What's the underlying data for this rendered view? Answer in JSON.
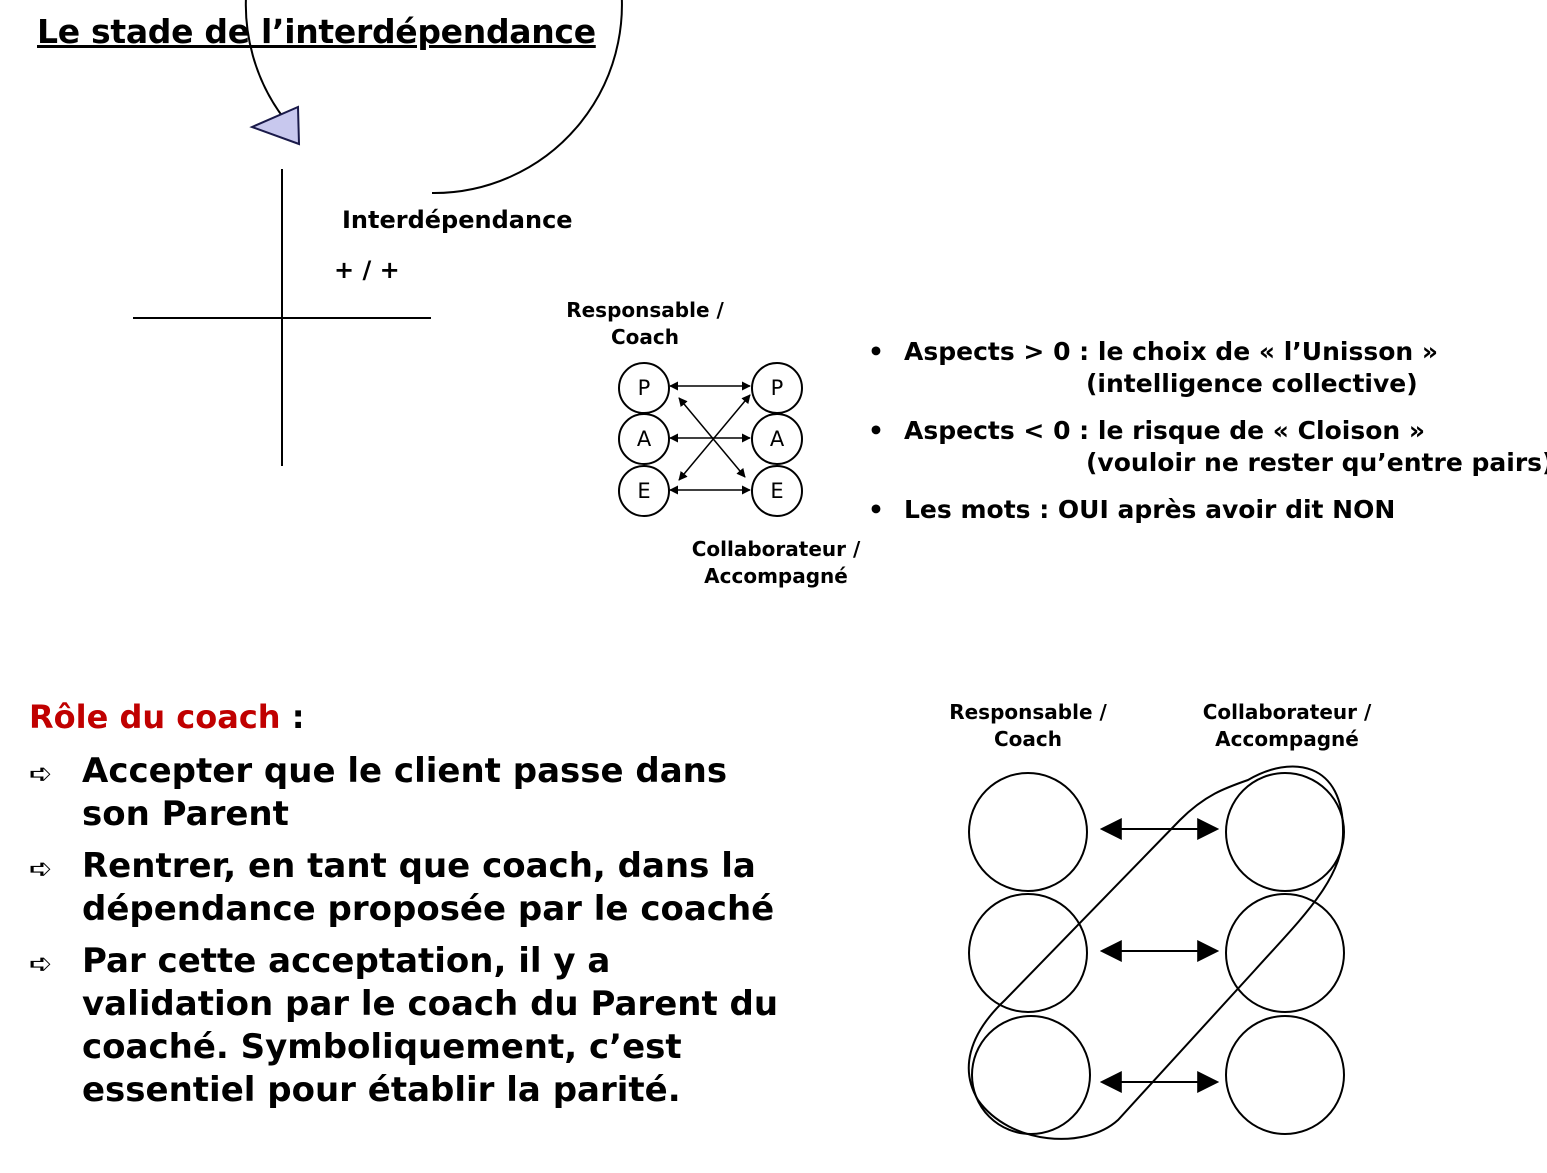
{
  "page_title": "Le stade de l’interdépendance",
  "circle_diagram": {
    "label": "Interdépendance",
    "sign": "+ / +"
  },
  "pae_diagram": {
    "top_label": "Responsable / Coach",
    "bottom_label": "Collaborateur / Accompagné",
    "left_states": [
      "P",
      "A",
      "E"
    ],
    "right_states": [
      "P",
      "A",
      "E"
    ]
  },
  "bullets": [
    {
      "bullet": "•",
      "lead": "Aspects > 0 : le choix de « l’Unisson »",
      "cont": "(intelligence collective)"
    },
    {
      "bullet": "•",
      "lead": "Aspects < 0 : le risque de « Cloison »",
      "cont": "(vouloir ne rester qu’entre pairs)"
    },
    {
      "bullet": "•",
      "lead": "Les mots :  OUI après avoir dit NON",
      "cont": ""
    }
  ],
  "role": {
    "heading_red": "Rôle du coach",
    "heading_rest": " :",
    "arrow_symbol": "➪",
    "items": [
      "Accepter que le client passe dans son Parent",
      "Rentrer, en tant que coach, dans la dépendance proposée par le coaché",
      "Par cette acceptation, il y a validation par le coach du Parent du coaché. Symboliquement, c’est essentiel pour établir la parité."
    ]
  },
  "large_diagram": {
    "left_label": "Responsable / Coach",
    "right_label": "Collaborateur / Accompagné"
  },
  "colors": {
    "accent_red": "#c00000",
    "triangle_fill": "#c8c8ee",
    "triangle_stroke": "#1a1a4a"
  }
}
